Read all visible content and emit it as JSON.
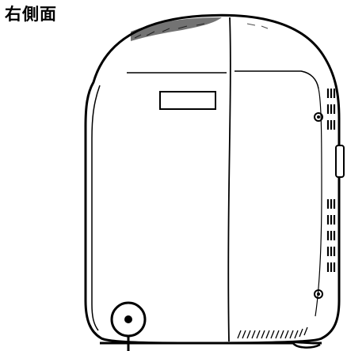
{
  "heading": {
    "text": "右側面"
  },
  "diagram": {
    "subject": "device-right-side-view",
    "colors": {
      "ink": "#000000",
      "paper": "#ffffff"
    },
    "callouts": [
      {
        "icon": "circled-dot-icon",
        "meaning": "terminal-or-jack"
      }
    ]
  }
}
